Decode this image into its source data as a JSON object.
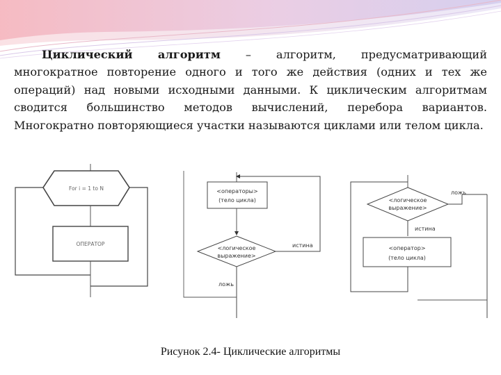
{
  "text": {
    "term": "Циклический алгоритм",
    "definition": " – алгоритм, предусматривающий многократное повторение одного и того же действия (одних и тех же операций) над новыми исходными данными. К циклическим алгоритмам сводится большинство методов вычислений, перебора вариантов. Многократно повторяющиеся участки называются циклами или телом цикла."
  },
  "figure1": {
    "loop_header": "For i = 1 to N",
    "operator": "ОПЕРАТОР"
  },
  "figure2": {
    "body_line1": "<операторы>",
    "body_line2": "(тело цикла)",
    "cond_line1": "<логическое",
    "cond_line2": "выражение>",
    "true_label": "истина",
    "false_label": "ложь"
  },
  "figure3": {
    "cond_line1": "<логическое",
    "cond_line2": "выражение>",
    "false_label": "ложь",
    "true_label": "истина",
    "body_line1": "<оператор>",
    "body_line2": "(тело цикла)"
  },
  "caption": "Рисунок 2.4- Циклические алгоритмы"
}
